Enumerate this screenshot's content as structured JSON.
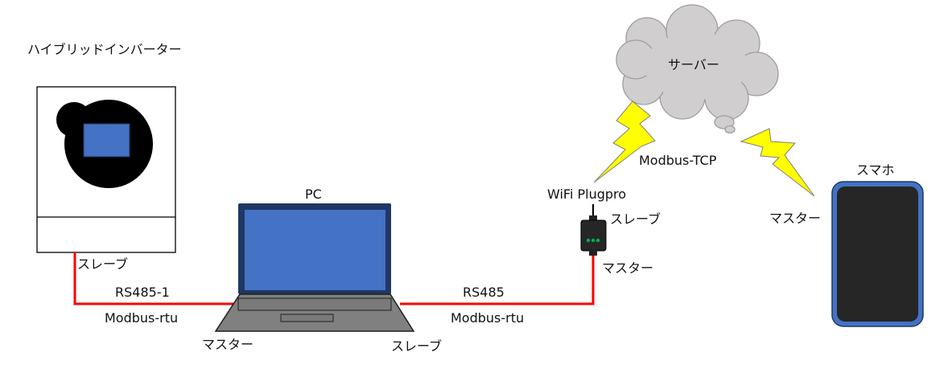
{
  "inverter": {
    "title": "ハイブリッドインバーター",
    "role": "スレーブ"
  },
  "link_left": {
    "protocol": "RS485-1",
    "mode": "Modbus-rtu"
  },
  "pc": {
    "title": "PC",
    "role_left": "マスター",
    "role_right": "スレーブ"
  },
  "link_right": {
    "protocol": "RS485",
    "mode": "Modbus-rtu"
  },
  "plug": {
    "title": "WiFi Plugpro",
    "role_top": "スレーブ",
    "role_bottom": "マスター"
  },
  "cloud": {
    "label": "サーバー",
    "protocol": "Modbus-TCP"
  },
  "phone": {
    "title": "スマホ",
    "role": "マスター"
  },
  "colors": {
    "screen_blue": "#4472c4",
    "frame_navy": "#1f3864",
    "cable_red": "#ff0000",
    "lightning_yellow": "#ffff00",
    "cloud_gray": "#d0cece",
    "laptop_gray": "#7f7f7f",
    "phone_black": "#262626",
    "led_green": "#00b050"
  }
}
